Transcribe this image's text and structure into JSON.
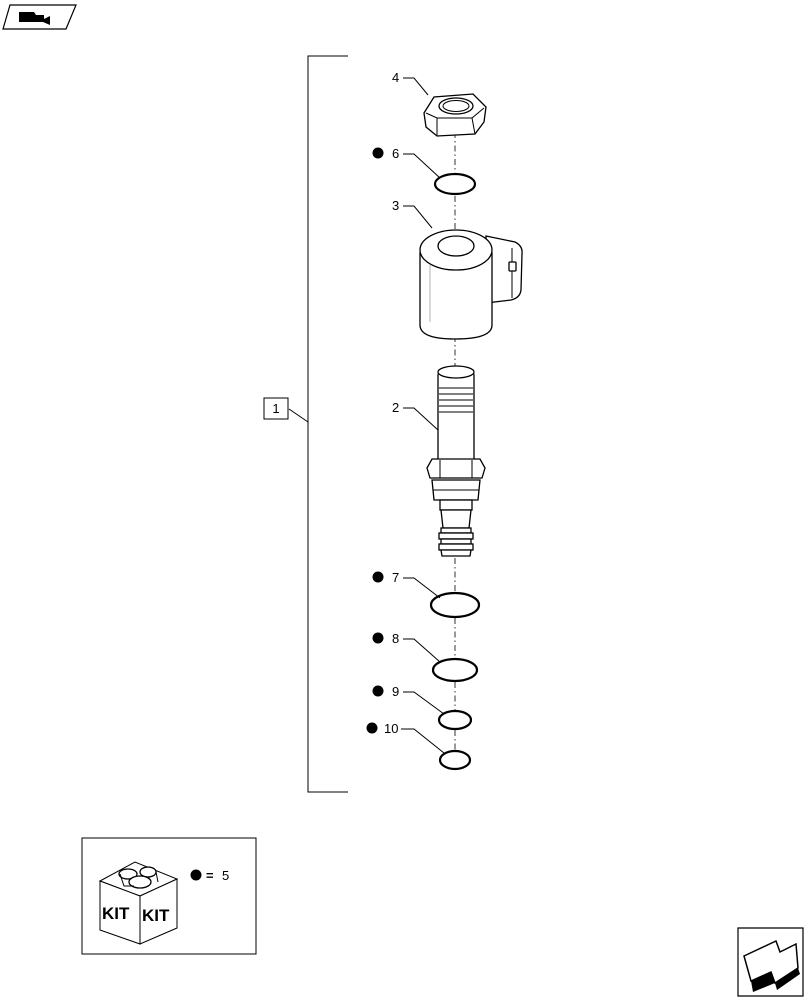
{
  "nav": {
    "top_left_icon": "folder-arrow-icon",
    "bottom_right_icon": "next-page-arrow-icon"
  },
  "assembly": {
    "label": "1"
  },
  "parts": [
    {
      "number": "4",
      "kit": false
    },
    {
      "number": "6",
      "kit": true
    },
    {
      "number": "3",
      "kit": false
    },
    {
      "number": "2",
      "kit": false
    },
    {
      "number": "7",
      "kit": true
    },
    {
      "number": "8",
      "kit": true
    },
    {
      "number": "9",
      "kit": true
    },
    {
      "number": "10",
      "kit": true
    }
  ],
  "kit_legend": {
    "label_left": "KIT",
    "label_right": "KIT",
    "equals": "=",
    "kit_number": "5"
  }
}
